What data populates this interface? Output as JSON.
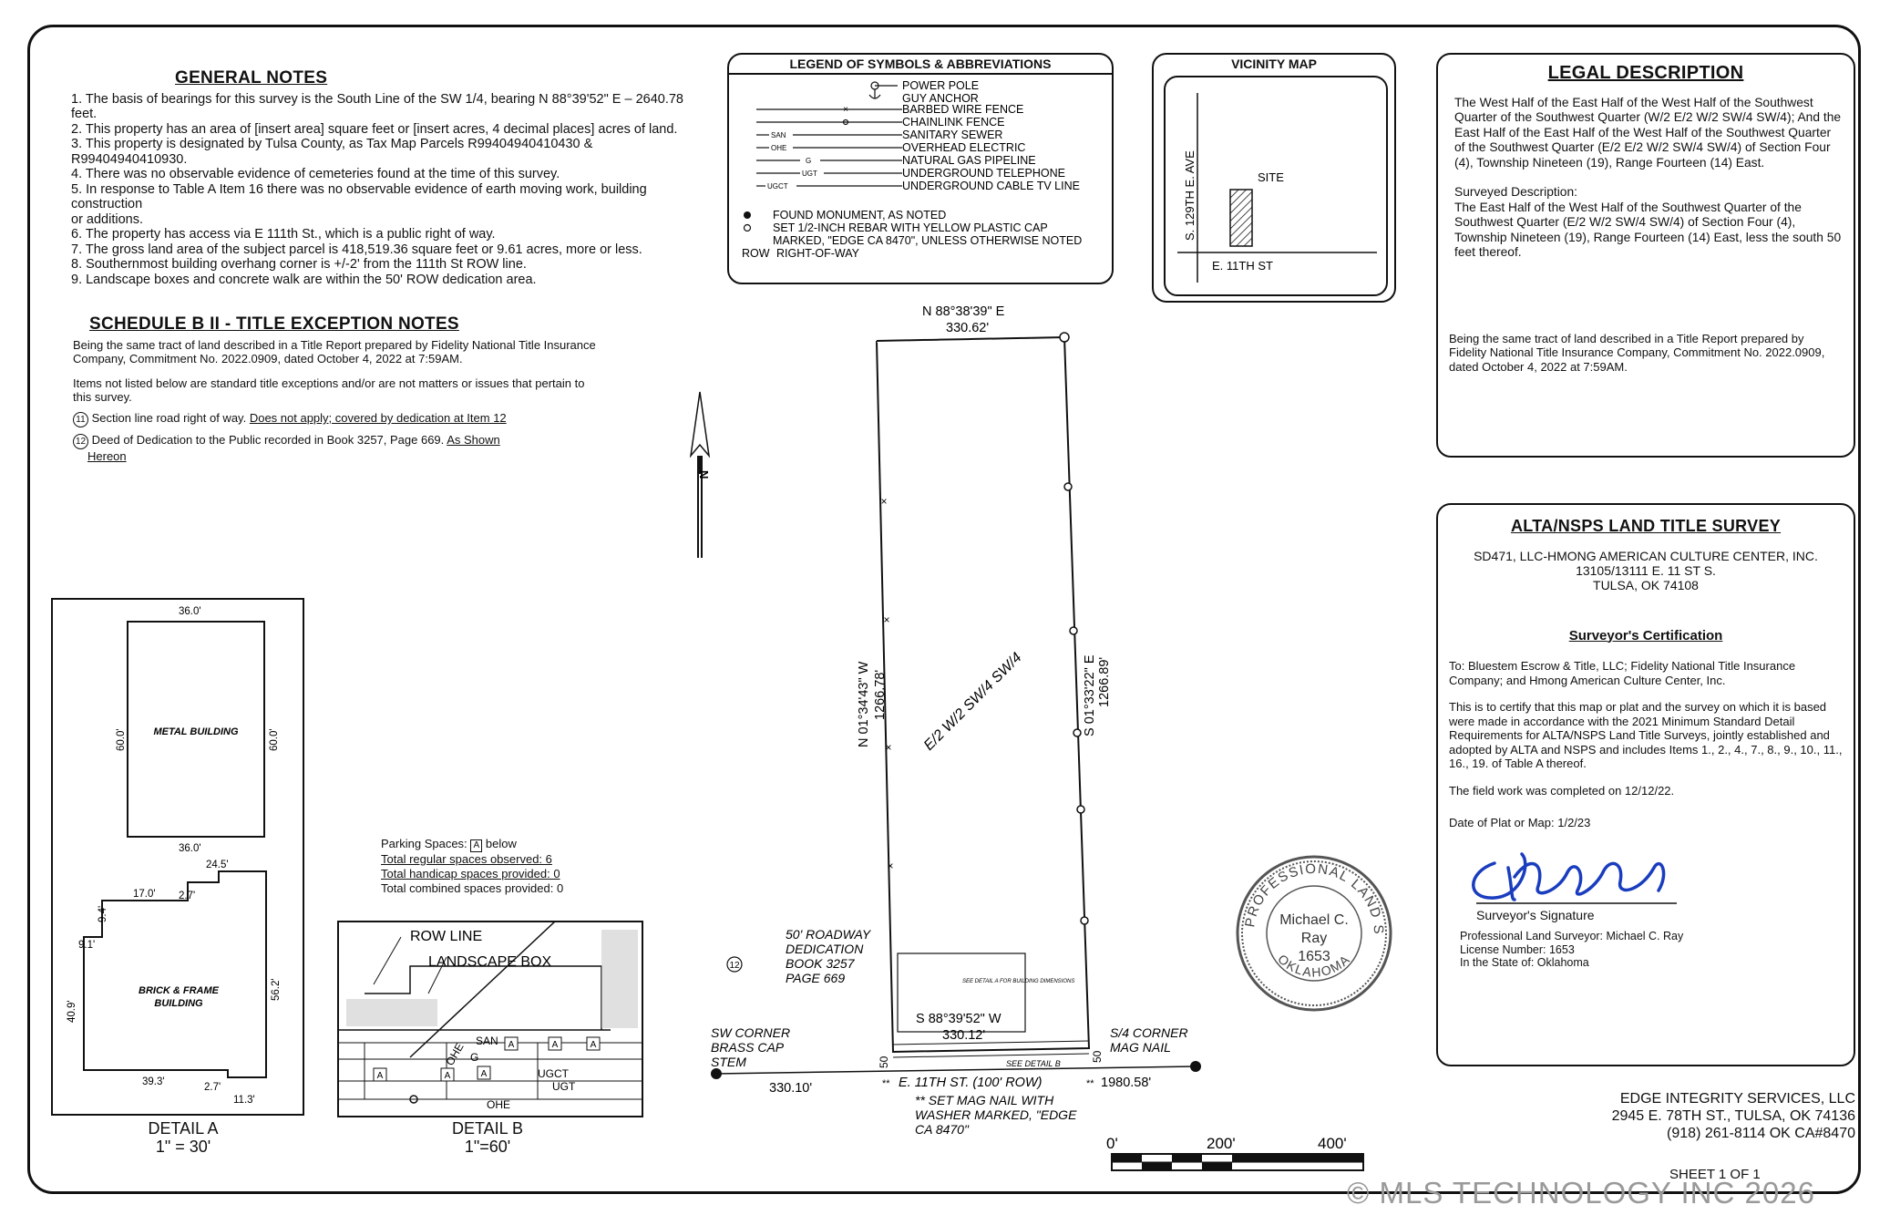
{
  "general_notes": {
    "title": "GENERAL NOTES",
    "items": [
      "1. The basis of bearings for this survey is the South Line of the SW 1/4, bearing N 88°39'52\" E – 2640.78 feet.",
      "2. This property has an area of [insert area] square feet or [insert acres, 4 decimal places] acres of land.",
      "3. This property is designated by Tulsa County, as Tax Map Parcels R99404940410430 & R99404940410930.",
      "4. There was no observable evidence of cemeteries found at the time of this survey.",
      "5. In response to Table A Item 16 there was no observable evidence of earth moving work, building construction",
      "or additions.",
      "6. The property has access via E 111th St., which is a public right of way.",
      "7. The gross land area of the subject parcel is 418,519.36 square feet or 9.61 acres, more or less.",
      "8. Southernmost building overhang corner is +/-2' from the 111th St ROW line.",
      "9. Landscape boxes and concrete walk are within the 50' ROW dedication area."
    ]
  },
  "schedule": {
    "title": "SCHEDULE B II - TITLE EXCEPTION NOTES",
    "para1": "Being the same tract of land described in a Title Report prepared by Fidelity National Title Insurance Company, Commitment No. 2022.0909, dated October 4, 2022 at 7:59AM.",
    "para2": "Items not listed below are standard title exceptions and/or are not matters or issues that pertain to this survey.",
    "item11_num": "11",
    "item11_text": "Section line road right of way.",
    "item11_link": "Does not apply; covered by dedication at Item 12",
    "item12_num": "12",
    "item12_text": "Deed of Dedication to the Public recorded in Book 3257, Page 669.",
    "item12_link1": "As Shown",
    "item12_link2": "Hereon"
  },
  "legend": {
    "title": "LEGEND OF SYMBOLS & ABBREVIATIONS",
    "items": [
      "POWER POLE",
      "GUY ANCHOR",
      "BARBED WIRE FENCE",
      "CHAINLINK FENCE",
      "SANITARY SEWER",
      "OVERHEAD ELECTRIC",
      "NATURAL GAS PIPELINE",
      "UNDERGROUND TELEPHONE",
      "UNDERGROUND CABLE TV LINE"
    ],
    "line_codes": [
      "SAN",
      "OHE",
      "G",
      "UGT",
      "UGCT"
    ],
    "found": "FOUND MONUMENT, AS NOTED",
    "set1": "SET 1/2-INCH REBAR WITH YELLOW PLASTIC CAP",
    "set2": "MARKED, \"EDGE CA 8470\", UNLESS OTHERWISE NOTED",
    "row_abbr": "ROW",
    "row_text": "RIGHT-OF-WAY"
  },
  "vicinity": {
    "title": "VICINITY MAP",
    "street_v": "S. 129TH E. AVE",
    "street_h": "E. 11TH ST",
    "site": "SITE"
  },
  "legal": {
    "title": "LEGAL DESCRIPTION",
    "para1": "The West Half of the East Half of the West Half of the Southwest Quarter of the Southwest Quarter (W/2 E/2 W/2 SW/4 SW/4); And the East Half of the East Half of the West Half of the Southwest Quarter of the Southwest Quarter (E/2 E/2 W/2 SW/4 SW/4) of Section Four (4), Township Nineteen (19), Range Fourteen (14) East.",
    "surveyed_label": "Surveyed Description:",
    "para2": "The East Half of the West Half of the Southwest Quarter of the Southwest Quarter (E/2 W/2 SW/4 SW/4) of Section Four (4), Township Nineteen (19), Range Fourteen (14) East, less the south 50 feet thereof.",
    "para3": "Being the same tract of land described in a Title Report prepared by Fidelity National Title Insurance Company, Commitment No. 2022.0909, dated October 4, 2022 at 7:59AM."
  },
  "alta": {
    "title": "ALTA/NSPS LAND TITLE SURVEY",
    "line1": "SD471, LLC-HMONG AMERICAN CULTURE CENTER, INC.",
    "line2": "13105/13111 E. 11 ST S.",
    "line3": "TULSA, OK 74108",
    "cert_title": "Surveyor's Certification",
    "to": "To: Bluestem Escrow & Title, LLC; Fidelity National Title Insurance Company; and Hmong American Culture Center, Inc.",
    "certify": "This is to certify that this map or plat and the survey on which it is based were made in accordance with the 2021 Minimum Standard Detail Requirements for ALTA/NSPS Land Title Surveys, jointly established and adopted by ALTA and NSPS and includes Items 1., 2., 4., 7., 8., 9., 10., 11., 16., 19. of Table A thereof.",
    "fieldwork": "The field work was completed on 12/12/22.",
    "date": "Date of Plat or Map: 1/2/23",
    "sig_label": "Surveyor's Signature",
    "surveyor": "Professional Land Surveyor: Michael C. Ray",
    "license": "License Number: 1653",
    "state": "In the State of: Oklahoma"
  },
  "seal": {
    "ring": "LICENSED PROFESSIONAL LAND SURVEYOR",
    "bottom": "OKLAHOMA",
    "name1": "Michael C.",
    "name2": "Ray",
    "number": "1653"
  },
  "company": {
    "name": "EDGE INTEGRITY SERVICES, LLC",
    "address": "2945 E. 78TH ST., TULSA, OK 74136",
    "phone": "(918) 261-8114 OK CA#8470",
    "sheet": "SHEET 1 OF 1"
  },
  "plat": {
    "north_bearing": "N 88°38'39\" E",
    "north_dist": "330.62'",
    "west_bearing": "N 01°34'43\" W",
    "west_dist": "1266.78'",
    "east_bearing": "S 01°33'22\" E",
    "east_dist": "1266.89'",
    "south_bearing": "S 88°39'52\" W",
    "south_dist": "330.12'",
    "tract": "E/2 W/2 SW/4 SW/4",
    "road": "E. 11TH ST. (100' ROW)",
    "west_section": "330.10'",
    "east_section": "1980.58'",
    "sw_corner": [
      "SW CORNER",
      "BRASS CAP",
      "STEM"
    ],
    "s4_corner": [
      "S/4 CORNER",
      "MAG NAIL"
    ],
    "dedication": [
      "50' ROADWAY",
      "DEDICATION",
      "BOOK 3257",
      "PAGE 669"
    ],
    "dedication_num": "12",
    "mag_nail": [
      "** SET MAG NAIL WITH",
      "WASHER MARKED, \"EDGE",
      "CA 8470\""
    ],
    "see_detail_a": "SEE DETAIL A FOR BUILDING DIMENSIONS",
    "see_detail_b": "SEE DETAIL B",
    "fifty": "50",
    "double_star": "**",
    "north_arrow": "N"
  },
  "scale": {
    "t0": "0'",
    "t1": "200'",
    "t2": "400'"
  },
  "detail_a": {
    "metal_label": "METAL BUILDING",
    "metal_top": "36.0'",
    "metal_bottom": "36.0'",
    "metal_left": "60.0'",
    "metal_right": "60.0'",
    "brick_label1": "BRICK & FRAME",
    "brick_label2": "BUILDING",
    "dims": [
      "17.0'",
      "2.7'",
      "24.5'",
      "9.4'",
      "9.1'",
      "40.9'",
      "56.2'",
      "39.3'",
      "2.7'",
      "11.3'"
    ],
    "caption": "DETAIL A",
    "scale": "1\" = 30'"
  },
  "detail_b": {
    "parking_title": "Parking Spaces:",
    "parking_symbol": "A",
    "parking_below": "below",
    "regular": "Total regular spaces observed: 6",
    "handicap": "Total handicap spaces provided: 0",
    "combined": "Total combined spaces provided: 0",
    "row_line": "ROW LINE",
    "landscape": "LANDSCAPE BOX",
    "labels": [
      "SAN",
      "G",
      "UGCT",
      "UGT",
      "OHE",
      "OHE"
    ],
    "caption": "DETAIL B",
    "scale": "1\"=60'"
  },
  "watermark": "© MLS TECHNOLOGY INC 2026"
}
